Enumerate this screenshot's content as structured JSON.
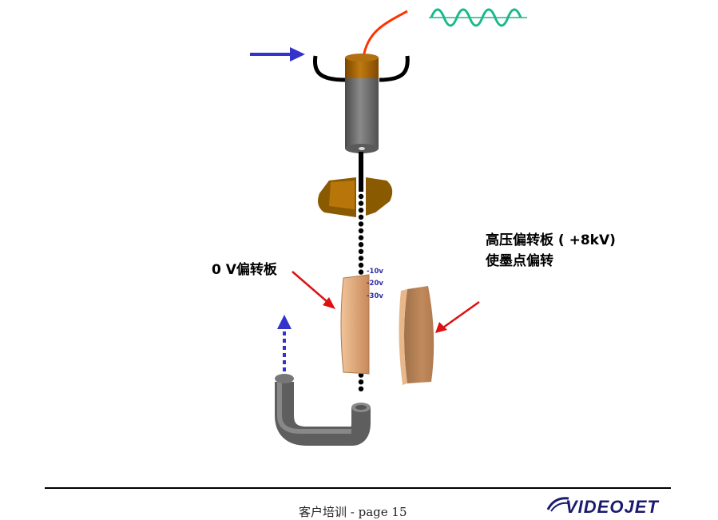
{
  "labels": {
    "high_voltage_line1": "高压偏转板 ( +8kV)",
    "high_voltage_line2": "使墨点偏转",
    "zero_voltage": "0 V偏转板",
    "voltages": [
      "-10v",
      "-20v",
      "-30v"
    ]
  },
  "footer": {
    "text": "客户培训 - page 15",
    "logo": "VIDEOJET"
  },
  "colors": {
    "signal_wave": "#19b98c",
    "wire": "#ff3300",
    "arrow_blue": "#3333cc",
    "arrow_red": "#dd1111",
    "nozzle_body": "#777777",
    "piezo": "#a0620a",
    "charge_electrode": "#8a5a00",
    "deflection_plate": "#e0a878",
    "gutter": "#6e6e6e",
    "voltage_text": "#2b2ba8",
    "logo_blue": "#1a1a6e"
  }
}
